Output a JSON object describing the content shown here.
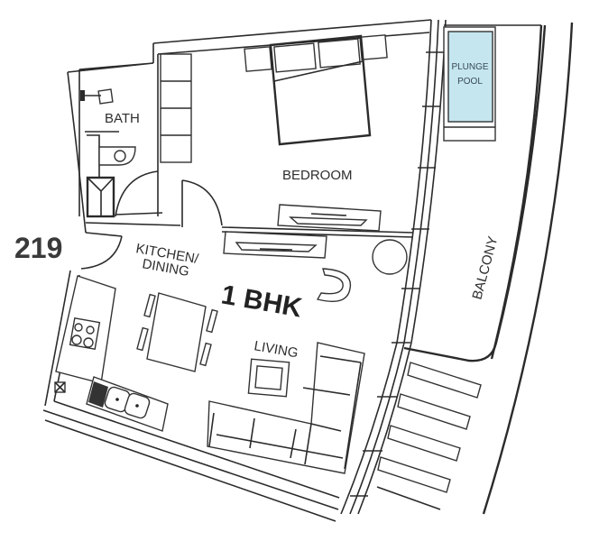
{
  "plan": {
    "unit_number": "219",
    "unit_type": "1 BHK",
    "rooms": {
      "bath": "BATH",
      "bedroom": "BEDROOM",
      "kitchen_line1": "KITCHEN/",
      "kitchen_line2": "DINING",
      "living": "LIVING",
      "balcony": "BALCONY",
      "pool_line1": "PLUNGE",
      "pool_line2": "POOL"
    },
    "colors": {
      "pool_fill": "#c5e6ef",
      "line": "#2b2b2b",
      "background": "#ffffff"
    }
  }
}
